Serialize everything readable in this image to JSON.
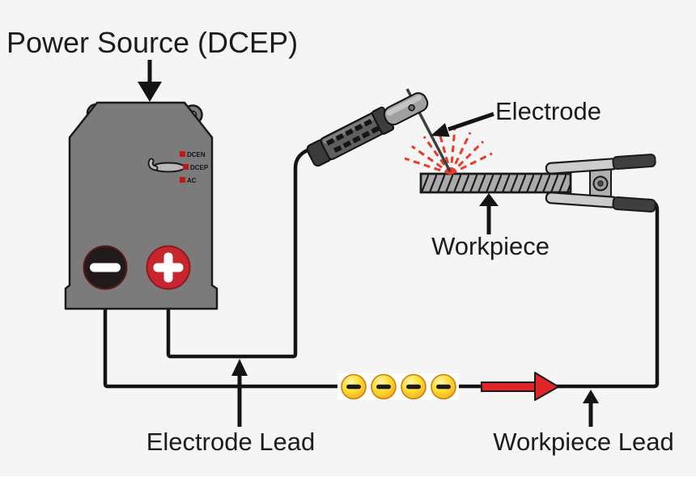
{
  "labels": {
    "power_source": "Power Source (DCEP)",
    "electrode": "Electrode",
    "workpiece": "Workpiece",
    "electrode_lead": "Electrode Lead",
    "workpiece_lead": "Workpiece Lead"
  },
  "power_source": {
    "mode_selector": {
      "options": [
        "DCEN",
        "DCEP",
        "AC"
      ],
      "selected": "DCEP"
    },
    "terminals": {
      "negative_symbol": "−",
      "positive_symbol": "+"
    }
  },
  "current_flow": {
    "electron_symbol": "−",
    "electron_count": 4,
    "direction": "right"
  },
  "colors": {
    "background": "#f5f5f6",
    "machine_gray": "#7b7b7b",
    "terminal_red": "#c9252e",
    "indicator_red": "#c01818",
    "flow_arrow_red": "#e02529",
    "electron_yellow": "#ffdf35",
    "wire_black": "#141414"
  }
}
